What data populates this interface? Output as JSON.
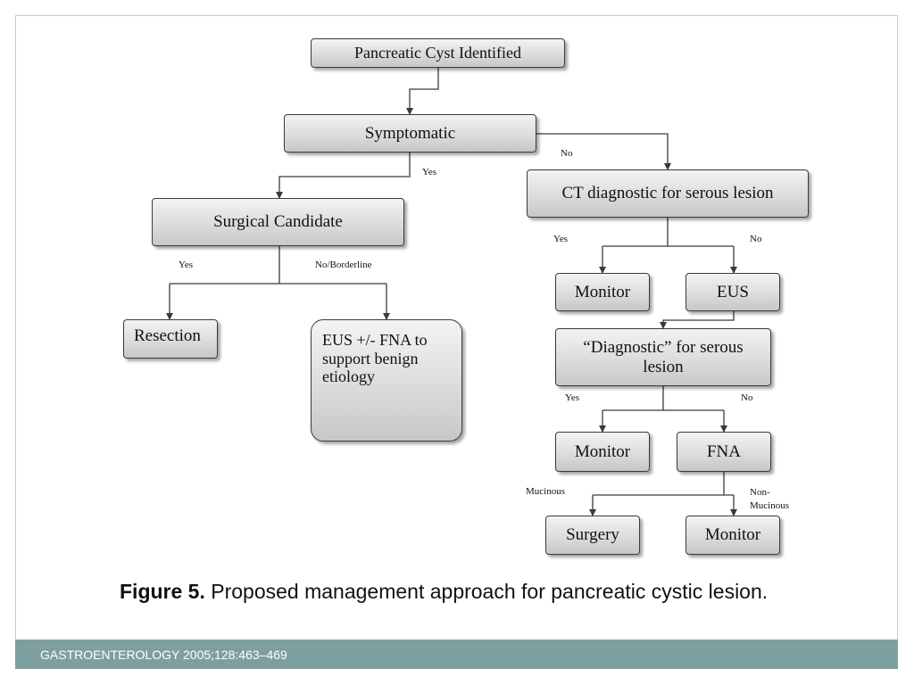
{
  "nodes": {
    "pancreatic_cyst": "Pancreatic Cyst Identified",
    "symptomatic": "Symptomatic",
    "surgical_candidate": "Surgical Candidate",
    "ct_diagnostic": "CT diagnostic for serous lesion",
    "resection": "Resection",
    "eus_fna_support": "EUS +/- FNA to support benign etiology",
    "monitor_1": "Monitor",
    "eus": "EUS",
    "diagnostic_serous": "“Diagnostic” for serous lesion",
    "monitor_2": "Monitor",
    "fna": "FNA",
    "surgery": "Surgery",
    "monitor_3": "Monitor"
  },
  "edge_labels": {
    "symptomatic_no": "No",
    "symptomatic_yes": "Yes",
    "surgical_yes": "Yes",
    "surgical_no": "No/Borderline",
    "ct_yes": "Yes",
    "ct_no": "No",
    "diag_yes": "Yes",
    "diag_no": "No",
    "fna_mucinous": "Mucinous",
    "fna_non_mucinous": "Non-Mucinous"
  },
  "caption": {
    "figure_label": "Figure 5.",
    "text": "Proposed management approach for pancreatic cystic lesion."
  },
  "footer": {
    "citation": "GASTROENTEROLOGY 2005;128:463–469"
  },
  "colors": {
    "footer_bar": "#7e9fa0",
    "box_fill_top": "#f3f3f3",
    "box_fill_bottom": "#c7c7c7"
  }
}
